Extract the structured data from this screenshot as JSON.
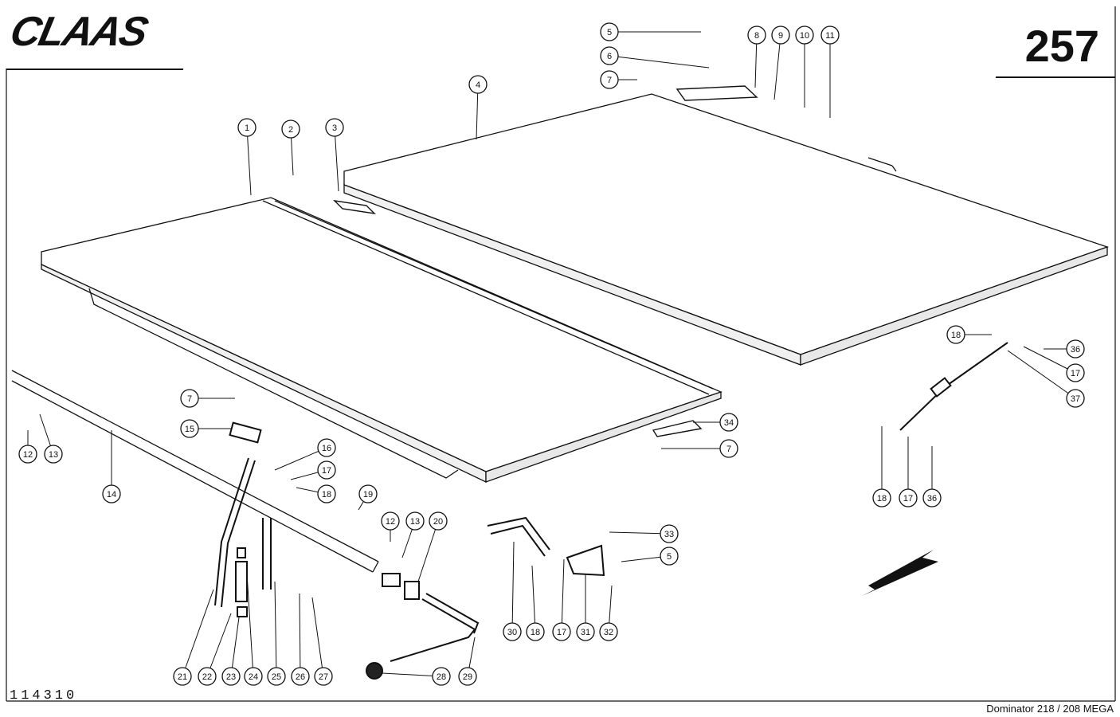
{
  "header": {
    "brand": "CLAAS",
    "page_number": "257"
  },
  "footer": {
    "drawing_number": "114310",
    "model": "Dominator 218 / 208 MEGA"
  },
  "callouts": [
    "1",
    "2",
    "3",
    "4",
    "5",
    "6",
    "7",
    "8",
    "9",
    "10",
    "11",
    "7",
    "12",
    "13",
    "14",
    "15",
    "16",
    "17",
    "18",
    "19",
    "12",
    "13",
    "20",
    "21",
    "22",
    "23",
    "24",
    "25",
    "26",
    "27",
    "28",
    "29",
    "30",
    "18",
    "17",
    "31",
    "32",
    "33",
    "5",
    "34",
    "7",
    "18",
    "36",
    "17",
    "37",
    "18",
    "17",
    "36"
  ]
}
